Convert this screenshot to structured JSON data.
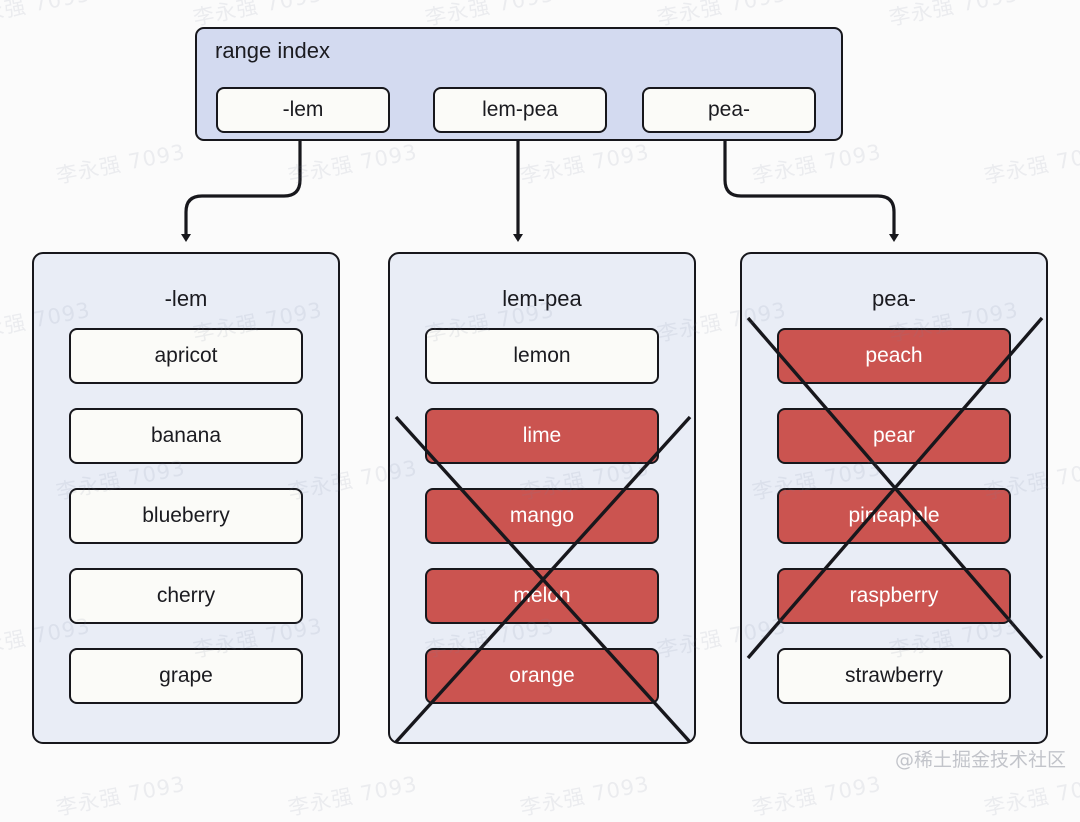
{
  "header": {
    "title": "range index",
    "ranges": [
      {
        "label": "-lem"
      },
      {
        "label": "lem-pea"
      },
      {
        "label": "pea-"
      }
    ]
  },
  "columns": [
    {
      "title": "-lem",
      "crossed_out": false,
      "items": [
        {
          "label": "apricot",
          "state": "normal"
        },
        {
          "label": "banana",
          "state": "normal"
        },
        {
          "label": "blueberry",
          "state": "normal"
        },
        {
          "label": "cherry",
          "state": "normal"
        },
        {
          "label": "grape",
          "state": "normal"
        }
      ]
    },
    {
      "title": "lem-pea",
      "crossed_out": true,
      "items": [
        {
          "label": "lemon",
          "state": "normal"
        },
        {
          "label": "lime",
          "state": "struck"
        },
        {
          "label": "mango",
          "state": "struck"
        },
        {
          "label": "melon",
          "state": "struck"
        },
        {
          "label": "orange",
          "state": "struck"
        }
      ]
    },
    {
      "title": "pea-",
      "crossed_out": true,
      "items": [
        {
          "label": "peach",
          "state": "struck"
        },
        {
          "label": "pear",
          "state": "struck"
        },
        {
          "label": "pineapple",
          "state": "struck"
        },
        {
          "label": "raspberry",
          "state": "struck"
        },
        {
          "label": "strawberry",
          "state": "normal"
        }
      ]
    }
  ],
  "arrows": [
    {
      "name": "arrow-to-lem",
      "from_range": "-lem",
      "to_column": "-lem"
    },
    {
      "name": "arrow-to-lem-pea",
      "from_range": "lem-pea",
      "to_column": "lem-pea"
    },
    {
      "name": "arrow-to-pea",
      "from_range": "pea-",
      "to_column": "pea-"
    }
  ],
  "colors": {
    "header_panel": "#d3daf0",
    "column_panel": "#e9edf6",
    "item_normal": "#fbfbf8",
    "item_struck": "#cb5450",
    "stroke": "#17171c",
    "text": "#1b1b20"
  },
  "watermarks": {
    "tile_text": "李永强 7093",
    "corner_text": "@稀土掘金技术社区"
  }
}
